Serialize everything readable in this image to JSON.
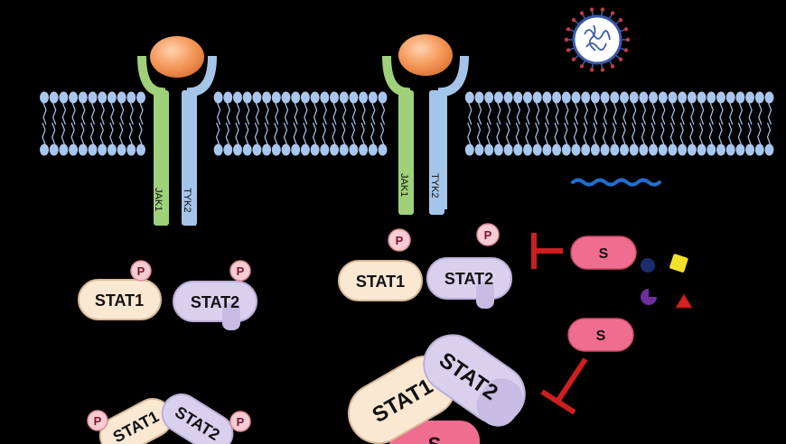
{
  "kinases": {
    "jak": "JAK1",
    "tyk": "TYK2"
  },
  "stat1": "STAT1",
  "stat2": "STAT2",
  "phospho": "P",
  "inhibitor": "S",
  "colors": {
    "background": "#000000",
    "membrane": "#a9c6ee",
    "ligand": "#f08a4b",
    "jak_receptor": "#9fd17a",
    "tyk_receptor": "#a4c5e8",
    "stat1_fill": "#fbe8d2",
    "stat2_fill": "#d9d0ee",
    "phospho_fill": "#f7cdd3",
    "inhibitor_fill": "#ef6d8e",
    "block_red": "#cc1f1f",
    "rna_blue": "#1f6fd1",
    "virus": "#3b5aa8"
  },
  "icons": [
    "virus-icon",
    "rna-strand-icon",
    "inhibition-bar-icon",
    "small-molecule-icons"
  ]
}
